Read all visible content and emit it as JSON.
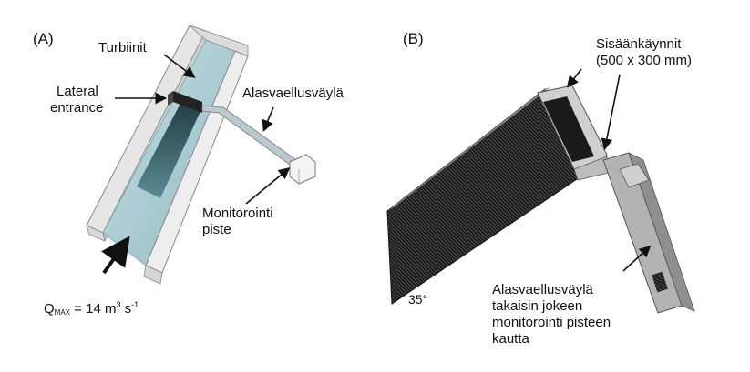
{
  "panel_a": {
    "letter": "(A)",
    "labels": {
      "turbines": "Turbiinit",
      "lateral_entrance": [
        "Lateral",
        "entrance"
      ],
      "downstream_passage": "Alasvaellusväylä",
      "monitoring_point": [
        "Monitorointi",
        "piste"
      ]
    },
    "flow": {
      "q": "Q",
      "q_sub": "MAX",
      "eq": " = 14 m",
      "exp1": "3",
      "mid": " s",
      "exp2": "-1"
    }
  },
  "panel_b": {
    "letter": "(B)",
    "labels": {
      "entrances": [
        "Sisäänkäynnit",
        "(500 x 300 mm)"
      ],
      "angle": "35°",
      "return_passage": [
        "Alasvaellusväylä",
        "takaisin jokeen",
        "monitorointi pisteen",
        "kautta"
      ]
    }
  },
  "colors": {
    "water": "#a9ccd3",
    "water_dark": "#2f5a62",
    "wall": "#f2f2f2",
    "rack": "#2a2a2a",
    "pipe": "#a8a8a8"
  }
}
